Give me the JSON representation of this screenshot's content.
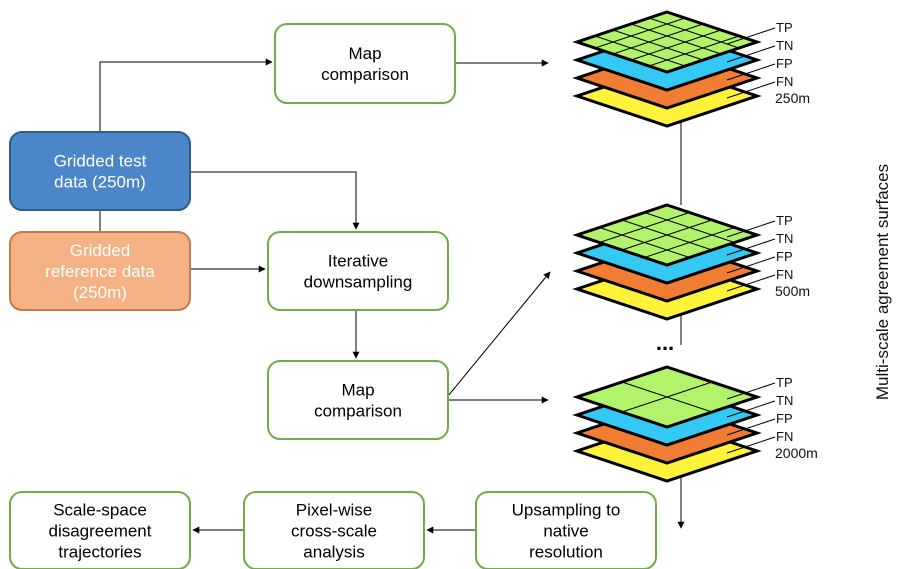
{
  "boxes": {
    "map_comparison_top": [
      "Map",
      "comparison"
    ],
    "gridded_test": [
      "Gridded test",
      "data (250m)"
    ],
    "gridded_reference": [
      "Gridded",
      "reference data",
      "(250m)"
    ],
    "iterative_downsampling": [
      "Iterative",
      "downsampling"
    ],
    "map_comparison_mid": [
      "Map",
      "comparison"
    ],
    "upsampling": [
      "Upsampling to",
      "native",
      "resolution"
    ],
    "pixelwise": [
      "Pixel-wise",
      "cross-scale",
      "analysis"
    ],
    "scale_space": [
      "Scale-space",
      "disagreement",
      "trajectories"
    ]
  },
  "stacks": [
    {
      "resolution": "250m",
      "layers": [
        "TP",
        "TN",
        "FP",
        "FN"
      ],
      "grid": 5
    },
    {
      "resolution": "500m",
      "layers": [
        "TP",
        "TN",
        "FP",
        "FN"
      ],
      "grid": 4
    },
    {
      "resolution": "2000m",
      "layers": [
        "TP",
        "TN",
        "FP",
        "FN"
      ],
      "grid": 2
    }
  ],
  "ellipsis": "...",
  "side_label": "Multi-scale agreement surfaces",
  "colors": {
    "green_border": "#70ad47",
    "test_fill": "#4a86c8",
    "test_border": "#2f5d8a",
    "reference_fill": "#f4b183",
    "reference_border": "#c07b4e",
    "tp": "#b3f36b",
    "tn": "#33c9f4",
    "fp": "#f07d33",
    "fn": "#fff23a"
  }
}
